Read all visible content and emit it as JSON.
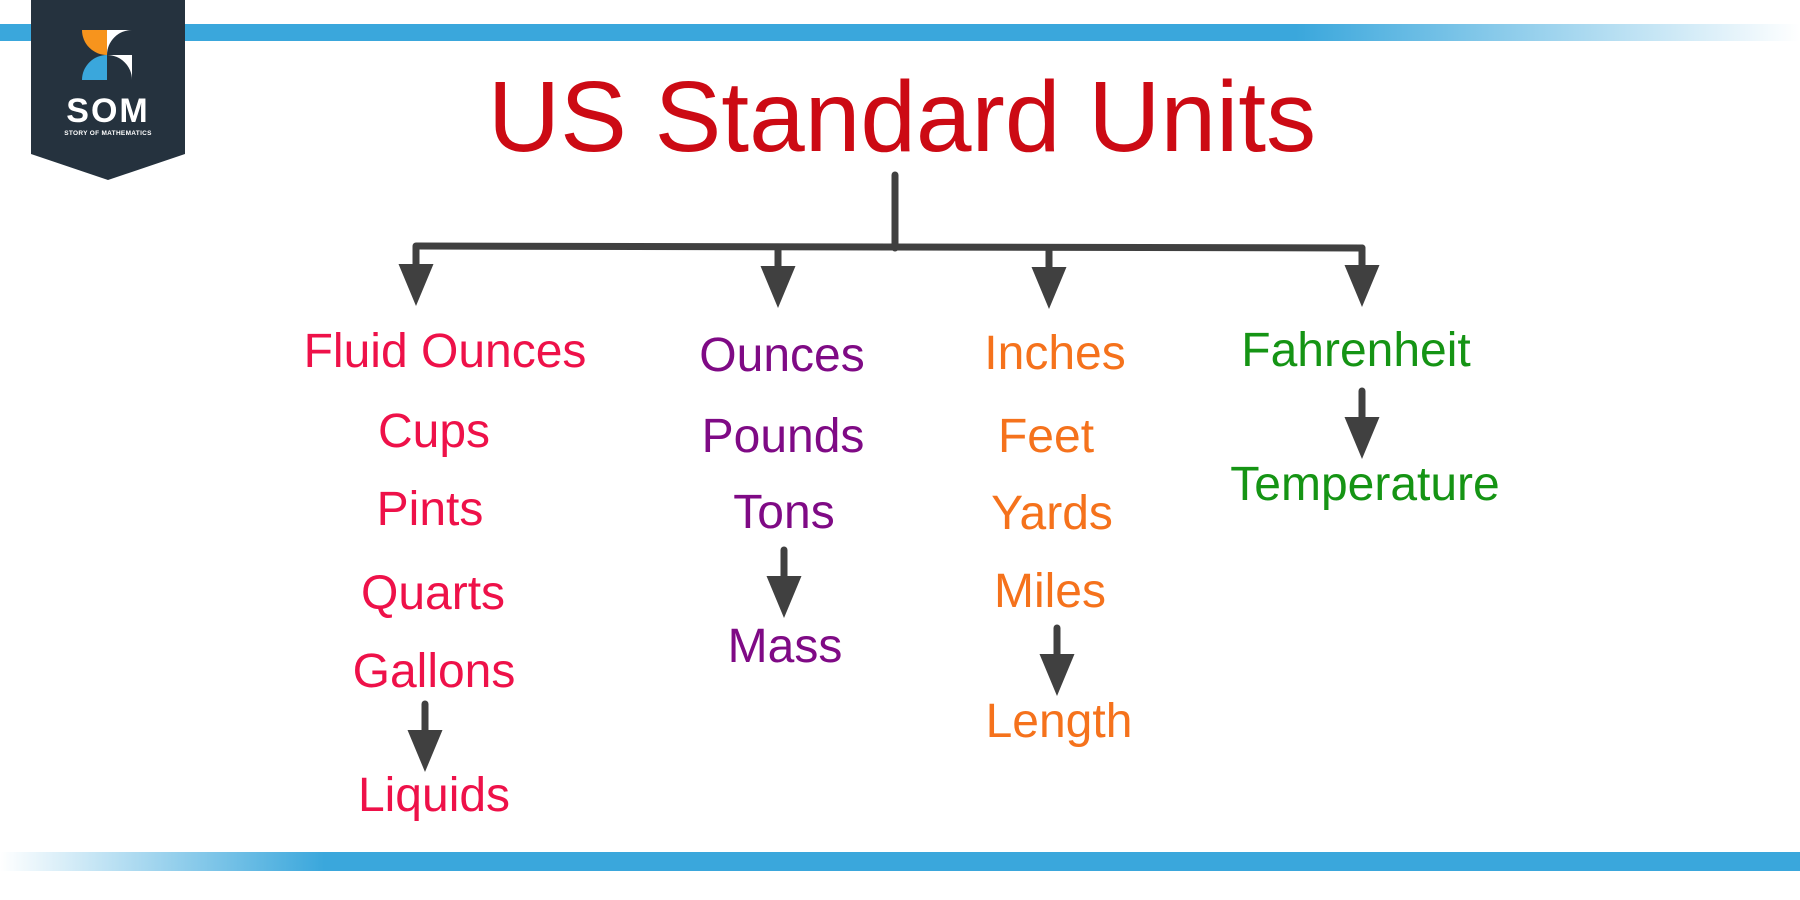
{
  "logo": {
    "text": "SOM",
    "subtext": "STORY OF MATHEMATICS"
  },
  "title": "US Standard Units",
  "colors": {
    "accent_blue": "#3aa7dc",
    "title": "#cc0a14",
    "liquid": "#ee1149",
    "mass": "#7f0a85",
    "length": "#f5721c",
    "temperature": "#159414",
    "arrow": "#404040"
  },
  "branches": [
    {
      "units": [
        "Fluid Ounces",
        "Cups",
        "Pints",
        "Quarts",
        "Gallons"
      ],
      "category": "Liquids"
    },
    {
      "units": [
        "Ounces",
        "Pounds",
        "Tons"
      ],
      "category": "Mass"
    },
    {
      "units": [
        "Inches",
        "Feet",
        "Yards",
        "Miles"
      ],
      "category": "Length"
    },
    {
      "units": [
        "Fahrenheit"
      ],
      "category": "Temperature"
    }
  ]
}
